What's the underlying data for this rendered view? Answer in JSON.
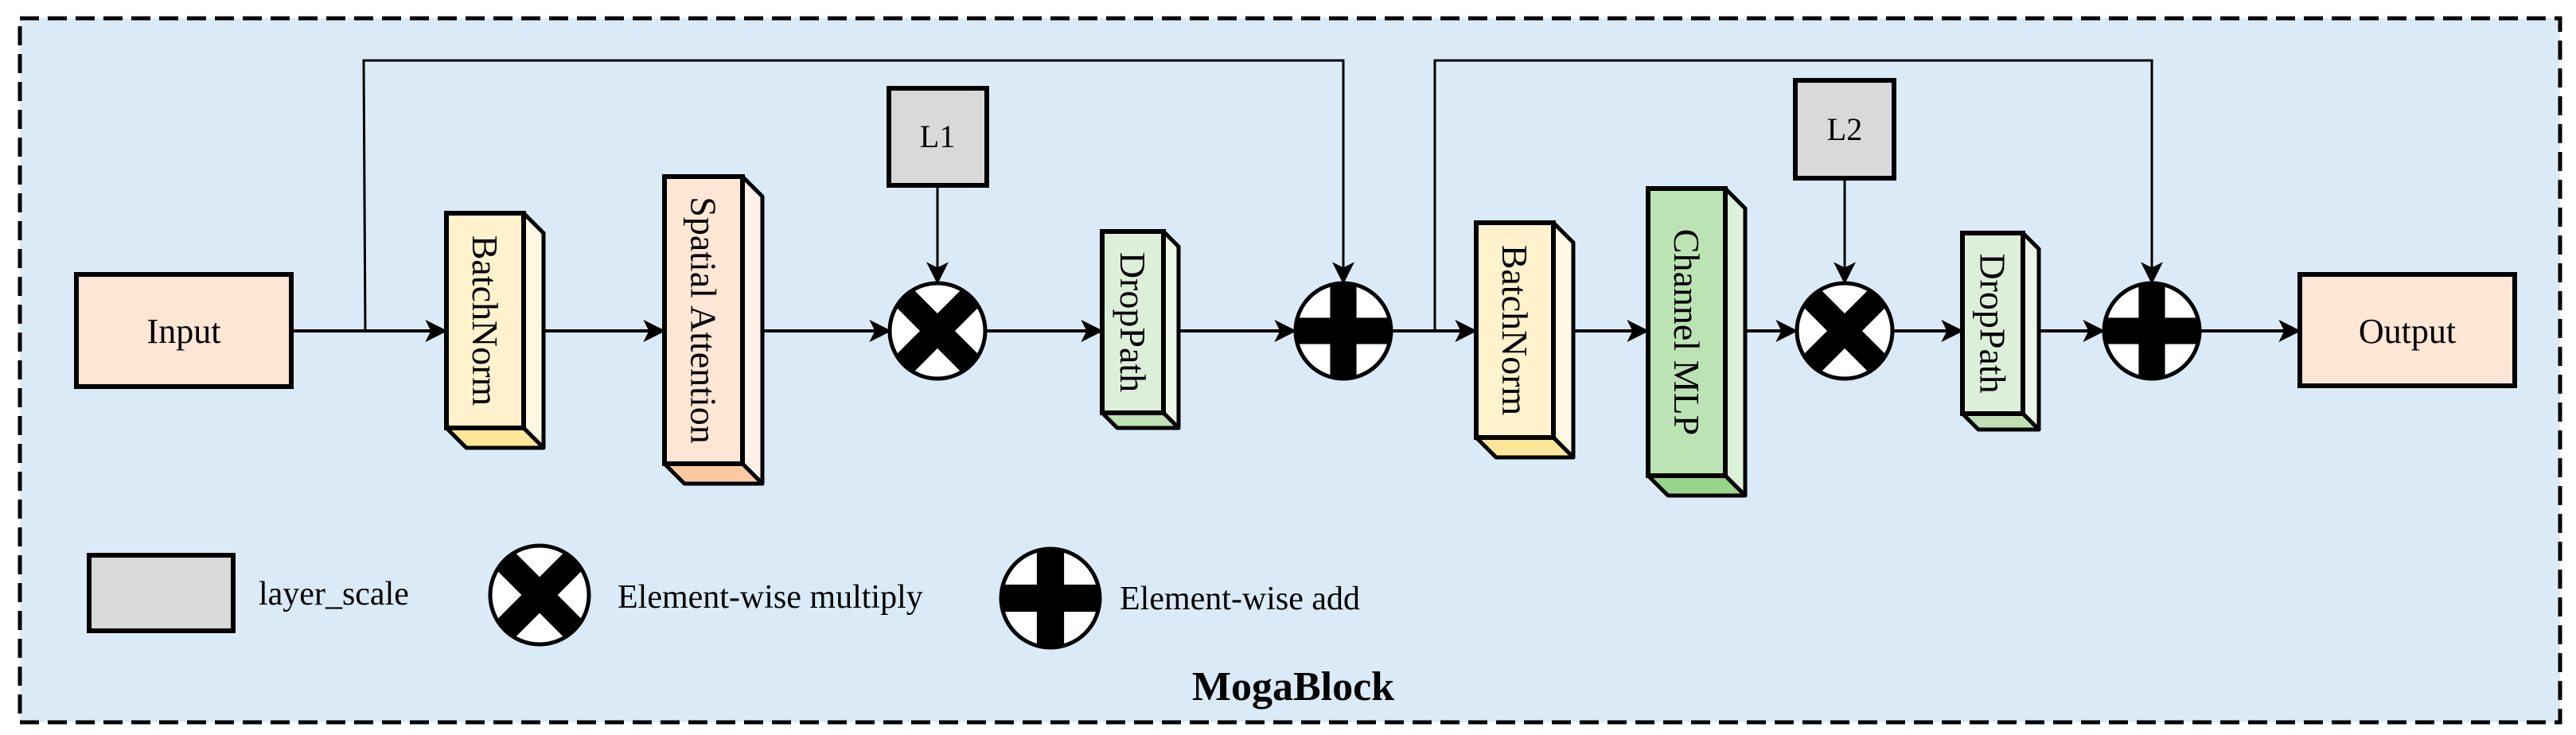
{
  "diagram": {
    "title": "MogaBlock",
    "background_color": "#DAEBF7",
    "nodes": {
      "input": {
        "label": "Input",
        "color": "#FFE6D5"
      },
      "batchnorm_1": {
        "label": "BatchNorm",
        "front": "#FFF2CC",
        "side": "#FFF8E3",
        "bottom": "#FFE699"
      },
      "spatial_attention": {
        "label": "Spatial Attention",
        "front": "#FFE6D5",
        "side": "#FFF1E8",
        "bottom": "#FFC9A0"
      },
      "layer_scale_1": {
        "label": "L1",
        "color": "#D9D9D9"
      },
      "multiply_1": {
        "symbol": "element-wise multiply"
      },
      "droppath_1": {
        "label": "DropPath",
        "front": "#DDEFD9",
        "side": "#EBF6E8",
        "bottom": "#BEE0B4"
      },
      "add_1": {
        "symbol": "element-wise add"
      },
      "batchnorm_2": {
        "label": "BatchNorm",
        "front": "#FFF2CC",
        "side": "#FFF8E3",
        "bottom": "#FFE699"
      },
      "channel_mlp": {
        "label": "Channel MLP",
        "front": "#BCE3B4",
        "side": "#DDF0D9",
        "bottom": "#98D48A"
      },
      "layer_scale_2": {
        "label": "L2",
        "color": "#D9D9D9"
      },
      "multiply_2": {
        "symbol": "element-wise multiply"
      },
      "droppath_2": {
        "label": "DropPath",
        "front": "#DDEFD9",
        "side": "#EBF6E8",
        "bottom": "#BEE0B4"
      },
      "add_2": {
        "symbol": "element-wise add"
      },
      "output": {
        "label": "Output",
        "color": "#FFE6D5"
      }
    },
    "edges": [
      [
        "input",
        "batchnorm_1"
      ],
      [
        "batchnorm_1",
        "spatial_attention"
      ],
      [
        "spatial_attention",
        "multiply_1"
      ],
      [
        "layer_scale_1",
        "multiply_1"
      ],
      [
        "multiply_1",
        "droppath_1"
      ],
      [
        "droppath_1",
        "add_1"
      ],
      [
        "input",
        "add_1",
        "skip"
      ],
      [
        "add_1",
        "batchnorm_2"
      ],
      [
        "batchnorm_2",
        "channel_mlp"
      ],
      [
        "channel_mlp",
        "multiply_2"
      ],
      [
        "layer_scale_2",
        "multiply_2"
      ],
      [
        "multiply_2",
        "droppath_2"
      ],
      [
        "droppath_2",
        "add_2"
      ],
      [
        "add_1",
        "add_2",
        "skip"
      ],
      [
        "add_2",
        "output"
      ]
    ],
    "legend": [
      {
        "symbol": "layer-scale-box",
        "label": "layer_scale"
      },
      {
        "symbol": "multiply-circle",
        "label": "Element-wise multiply"
      },
      {
        "symbol": "add-circle",
        "label": "Element-wise add"
      }
    ]
  }
}
